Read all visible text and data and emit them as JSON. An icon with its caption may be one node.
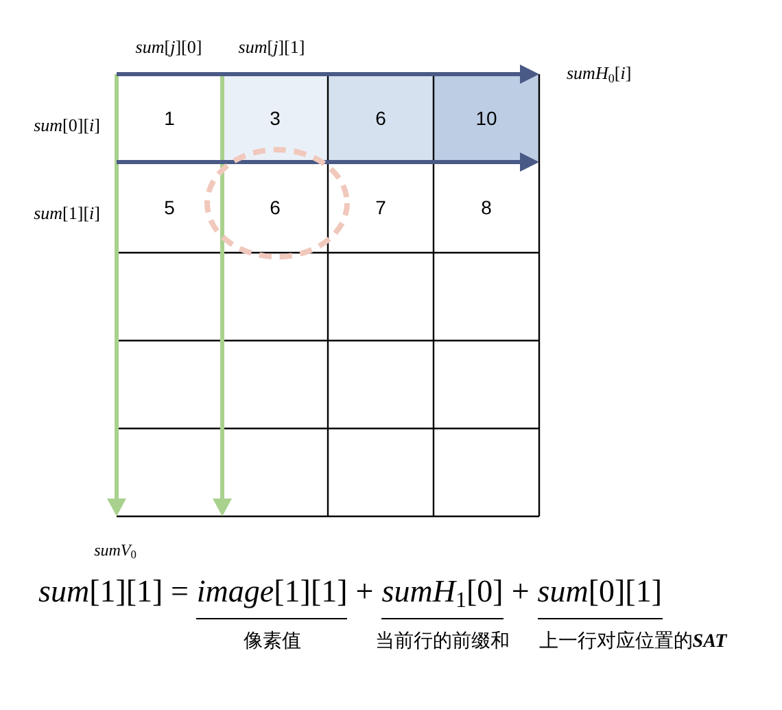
{
  "diagram": {
    "labels": [
      "*sum*[*j*][0]",
      "*sum*[*j*][1]",
      "*sumH*$_{0}$[*i*]",
      "*sum*[0][*i*]",
      "1",
      "3",
      "6",
      "10",
      "*sum*[1][*i*]",
      "5",
      "6",
      "7",
      "8",
      "*sumV*$_{0}$",
      "*sum*[1][1] =",
      "*image*[1][1]",
      "+",
      "*sumH*$_{1}$[0]",
      "+",
      "*sum*[0][1]",
      "像素值",
      "当前行的前缀和",
      "上一行对应位置的**SAT**"
    ]
  }
}
